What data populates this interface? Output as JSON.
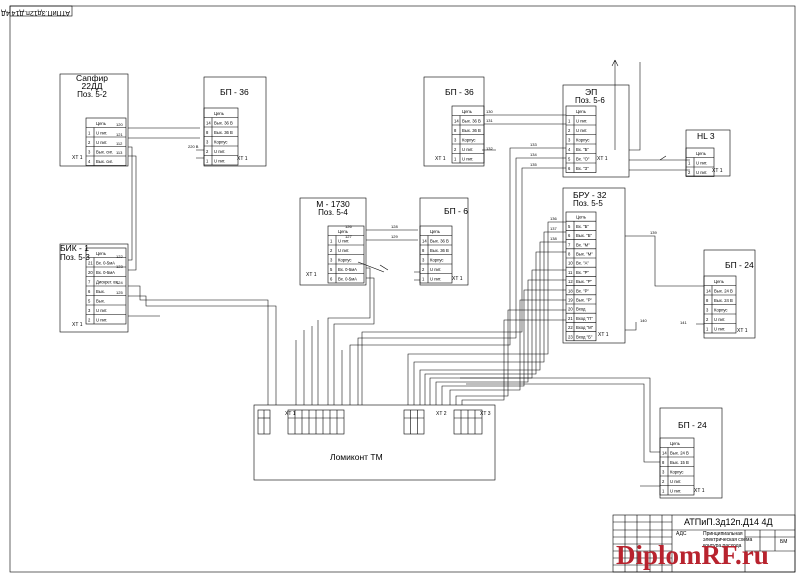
{
  "sheet": {
    "corner_code": "АТПиП.3д12п.Д14 4Д",
    "sheet_label": "БМ"
  },
  "blocks": {
    "sapfir": {
      "title": "Сапфир",
      "model": "22ДД",
      "pos": "Поз. 5-2",
      "xt": "ХТ 1",
      "rows": [
        {
          "n": "",
          "t": "Цепь"
        },
        {
          "n": "1",
          "t": "U пит."
        },
        {
          "n": "2",
          "t": "U пит."
        },
        {
          "n": "3",
          "t": "Вых. сиг."
        },
        {
          "n": "4",
          "t": "Вых. сиг."
        }
      ]
    },
    "bp36_1": {
      "title": "БП - 36",
      "xt": "ХТ 1",
      "rows": [
        {
          "n": "",
          "t": "Цепь"
        },
        {
          "n": "14",
          "t": "Вых. 36 В"
        },
        {
          "n": "8",
          "t": "Вых. 36 В"
        },
        {
          "n": "3",
          "t": "Корпус"
        },
        {
          "n": "2",
          "t": "U пит."
        },
        {
          "n": "1",
          "t": "U пит."
        }
      ]
    },
    "bik": {
      "title": "БИК - 1",
      "pos": "Поз. 5-3",
      "xt": "ХТ 1",
      "rows": [
        {
          "n": "",
          "t": "Цепь"
        },
        {
          "n": "21",
          "t": "Вх. 0-5мА"
        },
        {
          "n": "20",
          "t": "Вх. 0-5мА"
        },
        {
          "n": "7",
          "t": "Дискрет. вх."
        },
        {
          "n": "6",
          "t": "Вых."
        },
        {
          "n": "5",
          "t": "Вых."
        },
        {
          "n": "3",
          "t": "U пит."
        },
        {
          "n": "2",
          "t": "U пит."
        }
      ]
    },
    "m1730": {
      "title": "М - 1730",
      "pos": "Поз. 5-4",
      "xt": "ХТ 1",
      "rows": [
        {
          "n": "",
          "t": "Цепь"
        },
        {
          "n": "1",
          "t": "U пит."
        },
        {
          "n": "2",
          "t": "U пит."
        },
        {
          "n": "3",
          "t": "Корпус"
        },
        {
          "n": "5",
          "t": "Вх. 0-5мА"
        },
        {
          "n": "6",
          "t": "Вх. 0-5мА"
        }
      ]
    },
    "bp6": {
      "title": "БП - 6",
      "xt": "ХТ 1",
      "rows": [
        {
          "n": "",
          "t": "Цепь"
        },
        {
          "n": "14",
          "t": "Вых. 36 В"
        },
        {
          "n": "8",
          "t": "Вых. 36 В"
        },
        {
          "n": "3",
          "t": "Корпус"
        },
        {
          "n": "2",
          "t": "U пит."
        },
        {
          "n": "1",
          "t": "U пит."
        }
      ]
    },
    "bp36_2": {
      "title": "БП - 36",
      "xt": "ХТ 1",
      "rows": [
        {
          "n": "",
          "t": "Цепь"
        },
        {
          "n": "14",
          "t": "Вых. 36 В"
        },
        {
          "n": "8",
          "t": "Вых. 36 В"
        },
        {
          "n": "3",
          "t": "Корпус"
        },
        {
          "n": "2",
          "t": "U пит."
        },
        {
          "n": "1",
          "t": "U пит."
        }
      ]
    },
    "ep": {
      "title": "ЭП",
      "pos": "Поз. 5-6",
      "xt": "ХТ 1",
      "rows": [
        {
          "n": "",
          "t": "Цепь"
        },
        {
          "n": "1",
          "t": "U пит."
        },
        {
          "n": "2",
          "t": "U пит."
        },
        {
          "n": "3",
          "t": "Корпус"
        },
        {
          "n": "4",
          "t": "Вх. \"Б\""
        },
        {
          "n": "5",
          "t": "Вх. \"О\""
        },
        {
          "n": "6",
          "t": "Вх. \"З\""
        }
      ]
    },
    "hl3": {
      "title": "HL 3",
      "xt": "ХТ 1",
      "rows": [
        {
          "n": "",
          "t": "Цепь"
        },
        {
          "n": "1",
          "t": "U пит."
        },
        {
          "n": "2",
          "t": "U пит."
        }
      ]
    },
    "bru": {
      "title": "БРУ - 32",
      "pos": "Поз. 5-5",
      "xt": "ХТ 1",
      "rows": [
        {
          "n": "",
          "t": "Цепь"
        },
        {
          "n": "5",
          "t": "Вх. \"Б\""
        },
        {
          "n": "6",
          "t": "Вых. \"Б\""
        },
        {
          "n": "7",
          "t": "Вх. \"М\""
        },
        {
          "n": "8",
          "t": "Вых. \"М\""
        },
        {
          "n": "10",
          "t": "Вх. \"А\""
        },
        {
          "n": "11",
          "t": "Вх. \"Р\""
        },
        {
          "n": "12",
          "t": "Вых. \"Р\""
        },
        {
          "n": "18",
          "t": "Вх. \"Р\""
        },
        {
          "n": "19",
          "t": "Вых. \"Р\""
        },
        {
          "n": "20",
          "t": "Вход"
        },
        {
          "n": "21",
          "t": "Вход \"П\""
        },
        {
          "n": "22",
          "t": "Вход \"М\""
        },
        {
          "n": "23",
          "t": "Вход \"Б\""
        }
      ]
    },
    "bp24_1": {
      "title": "БП - 24",
      "xt": "ХТ 1",
      "rows": [
        {
          "n": "",
          "t": "Цепь"
        },
        {
          "n": "14",
          "t": "Вых. 24 В"
        },
        {
          "n": "8",
          "t": "Вых. 24 В"
        },
        {
          "n": "3",
          "t": "Корпус"
        },
        {
          "n": "2",
          "t": "U пит."
        },
        {
          "n": "1",
          "t": "U пит."
        }
      ]
    },
    "bp24_2": {
      "title": "БП - 24",
      "xt": "ХТ 1",
      "rows": [
        {
          "n": "",
          "t": "Цепь"
        },
        {
          "n": "14",
          "t": "Вых. 24 В"
        },
        {
          "n": "8",
          "t": "Вых. 15 В"
        },
        {
          "n": "3",
          "t": "Корпус"
        },
        {
          "n": "2",
          "t": "U пит."
        },
        {
          "n": "1",
          "t": "U пит."
        }
      ]
    },
    "lomikont": {
      "title": "Ломиконт ТМ",
      "xt1": "ХТ 1",
      "xt2": "ХТ 2",
      "xt3": "ХТ 3"
    }
  },
  "wire_labels": [
    "120",
    "121",
    "112",
    "113",
    "122",
    "123",
    "220 В",
    "124",
    "125",
    "126",
    "127",
    "128",
    "129",
    "130",
    "131",
    "132",
    "133",
    "134",
    "135",
    "136",
    "137",
    "138",
    "139",
    "140",
    "141"
  ],
  "stamp": {
    "code": "АТПиП.3д12п.Д14 4Д",
    "text1": "Принципиальная",
    "text2": "электрическая схема",
    "text3": "контура расхода",
    "text4": "АДС",
    "sheet": "БМ"
  },
  "watermark": "DiplomRF.ru",
  "colors": {
    "line": "#000000",
    "watermark": "#b8232e"
  }
}
